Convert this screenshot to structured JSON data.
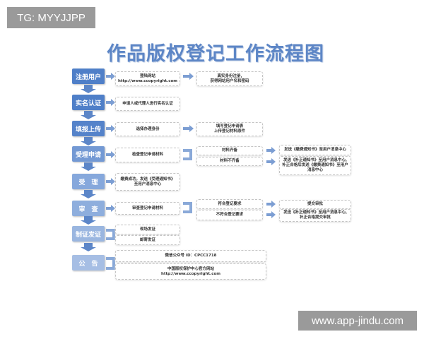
{
  "watermarks": {
    "top": "TG: MYYJJPP",
    "bottom": "www.app-jindu.com"
  },
  "title": "作品版权登记工作流程图",
  "colors": {
    "step_dark": "#4f7fc8",
    "step_light": "#8eaedd",
    "arrow": "#7c9ed3"
  },
  "steps": [
    {
      "label": "注册用户",
      "col1": [
        "登陆网站",
        "http://www.ccopyright.com"
      ],
      "col2": [
        "真实身份注册,",
        "获得网站用户名和密码"
      ]
    },
    {
      "label": "实名认证",
      "col1": [
        "申请人或代理人进行实名认证"
      ]
    },
    {
      "label": "填报上传",
      "col1": [
        "选择办理身份"
      ],
      "col2": [
        "填写登记申请表",
        "上传登记材料原件"
      ]
    },
    {
      "label": "受理申请",
      "col1": [
        "检查登记申请材料"
      ],
      "col2a": "材料齐备",
      "col2b": "材料不齐备",
      "col3a": [
        "发送《缴费通知书》至用户消息中心"
      ],
      "col3b": [
        "发送《补正通知书》至用户消息中心,",
        "补正合格后发送《缴费通知书》至用户",
        "消息中心"
      ]
    },
    {
      "label": "受　理",
      "col1": [
        "缴费成功，发送《受理通知书》",
        "至用户消息中心"
      ]
    },
    {
      "label": "审　查",
      "col1": [
        "审查登记申请材料"
      ],
      "col2a": "符合登记要求",
      "col2b": "不符合登记要求",
      "col3a": [
        "提交审批"
      ],
      "col3b": [
        "发送《补正通知书》至用户消息中心,",
        "补正合格提交审批"
      ]
    },
    {
      "label": "制证发证",
      "col1a": "现场发证",
      "col1b": "邮寄发证"
    },
    {
      "label": "公　告",
      "col1a": "微信公众号 ID：CPCC1718",
      "col1b": [
        "中国版权保护中心官方网站",
        "http://www.ccopyright.com"
      ]
    }
  ]
}
